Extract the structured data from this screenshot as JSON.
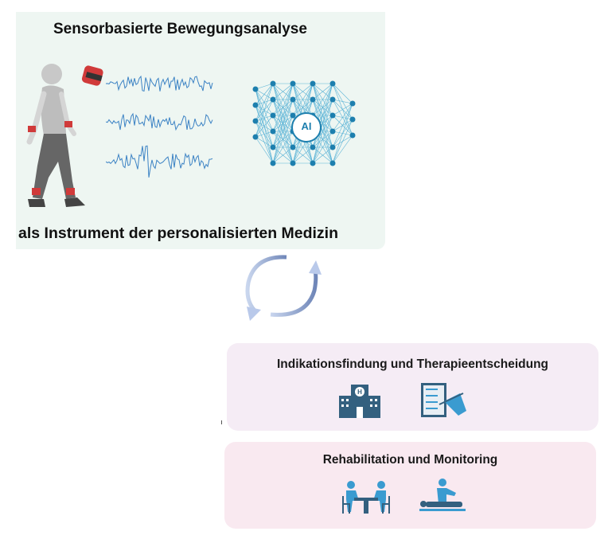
{
  "top_panel": {
    "title": "Sensorbasierte Bewegungsanalyse",
    "subtitle": "als Instrument der personalisierten Medizin",
    "ai_label": "AI"
  },
  "boxes": [
    {
      "title": "Indikationsfindung und Therapieentscheidung",
      "icons": [
        "hospital-icon",
        "checklist-icon"
      ]
    },
    {
      "title": "Rehabilitation und Monitoring",
      "icons": [
        "consultation-icon",
        "physiotherapy-icon"
      ]
    }
  ],
  "colors": {
    "dark_blue": "#33607f",
    "light_blue": "#3a9bd0",
    "signal": "#3b82c4",
    "network": "#1d7fae",
    "sensor_red": "#d03a3a"
  }
}
